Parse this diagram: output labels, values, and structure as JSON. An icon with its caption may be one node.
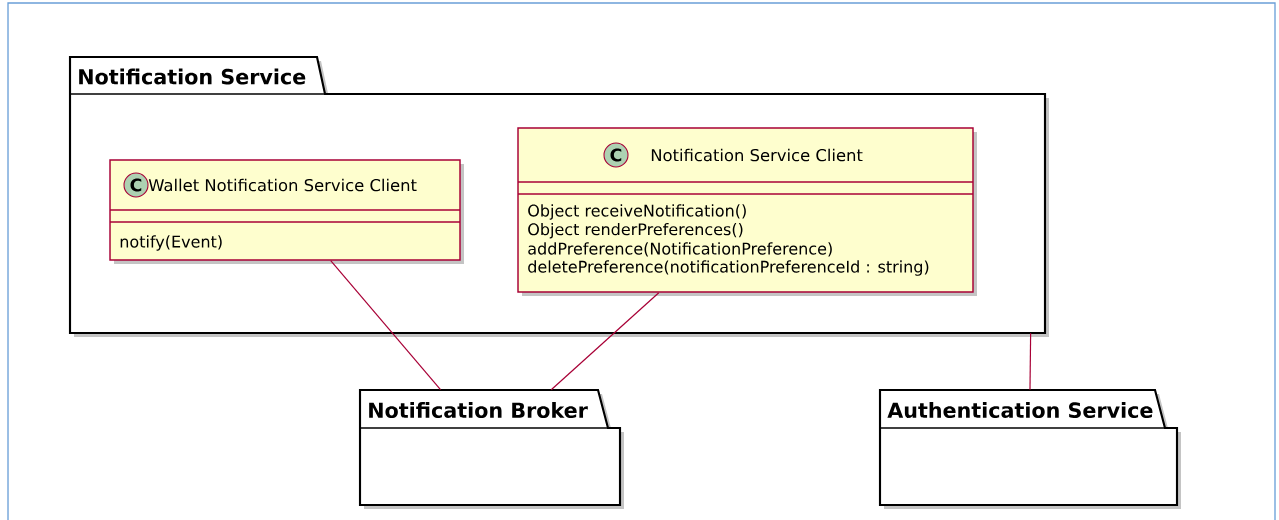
{
  "diagram": {
    "nodes": [
      {
        "text": [
          "Notification Service"
        ]
      },
      {
        "text": [
          "C",
          "Wallet Notification Service Client",
          "notify(Event)"
        ],
        "in": 0
      },
      {
        "text": [
          "C",
          "Notification Service Client",
          "Object receiveNotification()",
          "Object renderPreferences()",
          "addPreference(NotificationPreference)",
          "deletePreference(notificationPreferenceId : string)"
        ],
        "in": 0
      },
      {
        "text": [
          "Notification Broker"
        ]
      },
      {
        "text": [
          "Authentication Service"
        ]
      }
    ],
    "edges": [
      {
        "from": 1,
        "to": 3,
        "arrow": "none"
      },
      {
        "from": 2,
        "to": 3,
        "arrow": "none"
      },
      {
        "from": 0,
        "to": 4,
        "arrow": "none"
      }
    ]
  }
}
